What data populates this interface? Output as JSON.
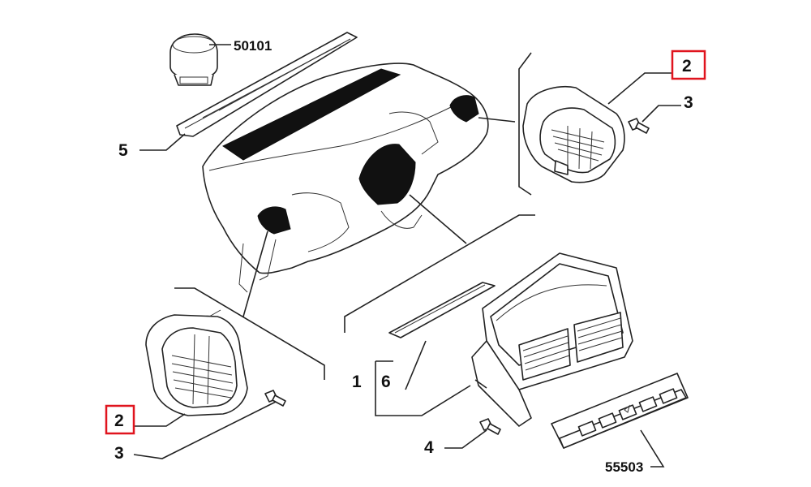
{
  "diagram": {
    "callouts": [
      {
        "id": "c50101",
        "text": "50101",
        "highlighted": false
      },
      {
        "id": "c5",
        "text": "5",
        "highlighted": false
      },
      {
        "id": "c2top",
        "text": "2",
        "highlighted": true
      },
      {
        "id": "c3top",
        "text": "3",
        "highlighted": false
      },
      {
        "id": "c1",
        "text": "1",
        "highlighted": false
      },
      {
        "id": "c6",
        "text": "6",
        "highlighted": false
      },
      {
        "id": "c2bot",
        "text": "2",
        "highlighted": true
      },
      {
        "id": "c3bot",
        "text": "3",
        "highlighted": false
      },
      {
        "id": "c4",
        "text": "4",
        "highlighted": false
      },
      {
        "id": "c55503",
        "text": "55503",
        "highlighted": false
      }
    ],
    "colors": {
      "line": "#222222",
      "highlight": "#e0141e",
      "fill": "#111111"
    }
  }
}
